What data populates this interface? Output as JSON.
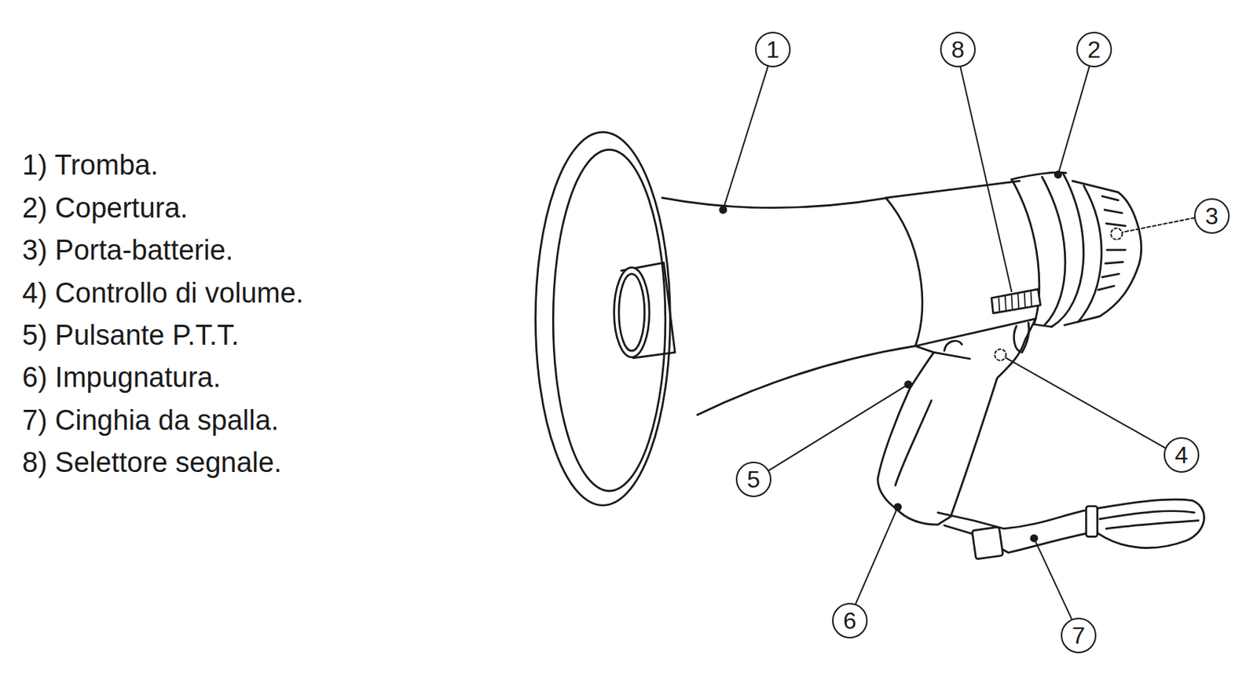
{
  "diagram": {
    "nodes": [
      {
        "text": [
          "1"
        ]
      },
      {
        "text": [
          "8"
        ]
      },
      {
        "text": [
          "2"
        ]
      },
      {
        "text": [
          "3"
        ]
      },
      {
        "text": [
          "4"
        ]
      },
      {
        "text": [
          "5"
        ]
      },
      {
        "text": [
          "6"
        ]
      },
      {
        "text": [
          "7"
        ]
      }
    ],
    "labels": [
      "1) Tromba.",
      "2) Copertura.",
      "3) Porta-batterie.",
      "4) Controllo di volume.",
      "5) Pulsante P.T.T.",
      "6) Impugnatura.",
      "7) Cinghia da spalla.",
      "8) Selettore segnale."
    ]
  }
}
